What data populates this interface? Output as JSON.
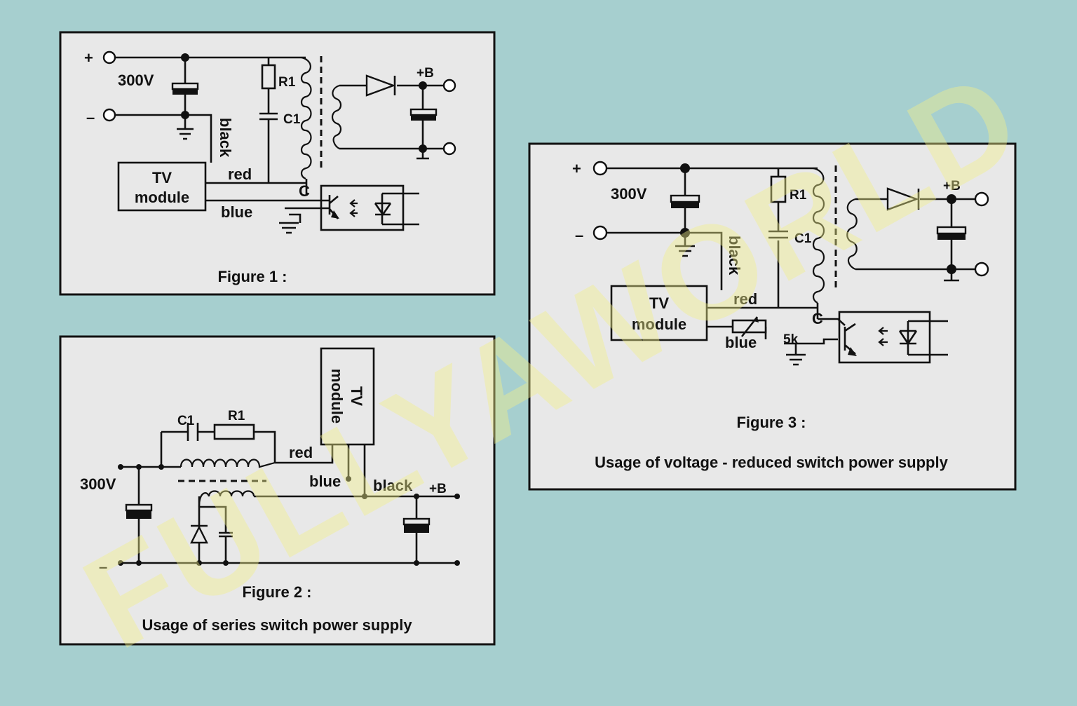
{
  "watermark": "FULLYAWORLD",
  "figure1": {
    "plus": "+",
    "minus": "–",
    "voltage": "300V",
    "r1": "R1",
    "c1": "C1",
    "plus_b": "+B",
    "black": "black",
    "red": "red",
    "blue": "blue",
    "c": "C",
    "module_line1": "TV",
    "module_line2": "module",
    "caption": "Figure 1 :"
  },
  "figure2": {
    "c1": "C1",
    "r1": "R1",
    "voltage": "300V",
    "minus": "–",
    "red": "red",
    "blue": "blue",
    "black": "black",
    "plus_b": "+B",
    "module_line1": "TV",
    "module_line2": "module",
    "caption": "Figure 2 :",
    "subtitle": "Usage of series switch power supply"
  },
  "figure3": {
    "plus": "+",
    "minus": "–",
    "voltage": "300V",
    "r1": "R1",
    "c1": "C1",
    "plus_b": "+B",
    "black": "black",
    "red": "red",
    "blue": "blue",
    "c": "C",
    "resistor": "5k",
    "module_line1": "TV",
    "module_line2": "module",
    "caption": "Figure 3 :",
    "subtitle": "Usage of voltage - reduced switch power supply"
  },
  "colors": {
    "background": "#a6cfcf",
    "panel": "#e8e8e8",
    "ink": "#111111",
    "watermark": "#f3f08a"
  }
}
